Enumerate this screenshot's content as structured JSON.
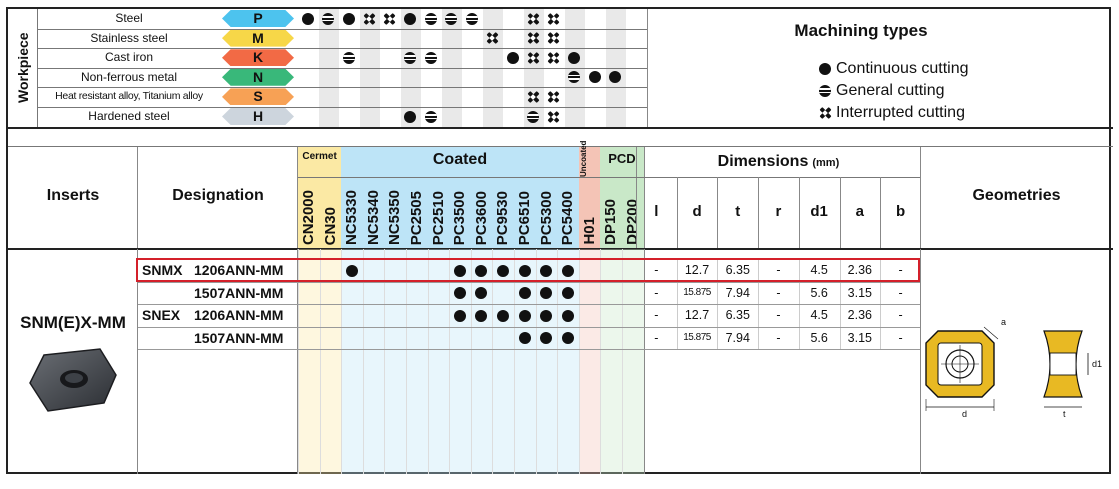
{
  "workpiece": {
    "label": "Workpiece",
    "rows": [
      {
        "name": "Steel",
        "iso": "P",
        "color": "#4dc3ee"
      },
      {
        "name": "Stainless steel",
        "iso": "M",
        "color": "#f7d748"
      },
      {
        "name": "Cast iron",
        "iso": "K",
        "color": "#f26a45"
      },
      {
        "name": "Non-ferrous metal",
        "iso": "N",
        "color": "#39b87a"
      },
      {
        "name": "Heat resistant alloy, Titanium alloy",
        "iso": "S",
        "color": "#f7a155"
      },
      {
        "name": "Hardened steel",
        "iso": "H",
        "color": "#cdd5dd"
      }
    ],
    "symbols": [
      [
        "c",
        "g",
        "c",
        "x",
        "x",
        "c",
        "g",
        "g",
        "g",
        "",
        "",
        "x",
        "x",
        "",
        "",
        "",
        ""
      ],
      [
        "",
        "",
        "",
        "",
        "",
        "",
        "",
        "",
        "",
        "x",
        "",
        "x",
        "x",
        "",
        "",
        "",
        ""
      ],
      [
        "",
        "",
        "g",
        "",
        "",
        "g",
        "g",
        "",
        "",
        "",
        "c",
        "x",
        "x",
        "c",
        "",
        "",
        ""
      ],
      [
        "",
        "",
        "",
        "",
        "",
        "",
        "",
        "",
        "",
        "",
        "",
        "",
        "",
        "g",
        "c",
        "c",
        ""
      ],
      [
        "",
        "",
        "",
        "",
        "",
        "",
        "",
        "",
        "",
        "",
        "",
        "x",
        "x",
        "",
        "",
        "",
        ""
      ],
      [
        "",
        "",
        "",
        "",
        "",
        "c",
        "g",
        "",
        "",
        "",
        "",
        "g",
        "x",
        "",
        "",
        "",
        ""
      ]
    ]
  },
  "machining": {
    "title": "Machining types",
    "legend": [
      {
        "sym": "c",
        "label": "Continuous cutting"
      },
      {
        "sym": "g",
        "label": "General cutting"
      },
      {
        "sym": "x",
        "label": "Interrupted cutting"
      }
    ]
  },
  "header": {
    "inserts": "Inserts",
    "designation": "Designation",
    "groups": [
      {
        "label": "Cermet",
        "color": "#fbe9a4"
      },
      {
        "label": "Coated",
        "color": "#bde4f7"
      },
      {
        "label": "Uncoated",
        "color": "#f4c4b6"
      },
      {
        "label": "PCD",
        "color": "#c9e8c8"
      }
    ],
    "grades": [
      "CN2000",
      "CN30",
      "NC5330",
      "NC5340",
      "NC5350",
      "PC2505",
      "PC2510",
      "PC3500",
      "PC3600",
      "PC9530",
      "PC6510",
      "PC5300",
      "PC5400",
      "H01",
      "DP150",
      "DP200"
    ],
    "dimensions_title": "Dimensions",
    "dimensions_unit": "(mm)",
    "dims": [
      "l",
      "d",
      "t",
      "r",
      "d1",
      "a",
      "b"
    ],
    "geometries": "Geometries"
  },
  "insert_name": "SNM(E)X-MM",
  "rows": [
    {
      "prefix": "SNMX",
      "code": "1206ANN-MM",
      "dots": [
        2,
        7,
        8,
        9,
        10,
        11,
        12
      ],
      "dims": [
        "-",
        "12.7",
        "6.35",
        "-",
        "4.5",
        "2.36",
        "-"
      ],
      "highlight": true
    },
    {
      "prefix": "",
      "code": "1507ANN-MM",
      "dots": [
        7,
        8,
        10,
        11,
        12
      ],
      "dims": [
        "-",
        "15.875",
        "7.94",
        "-",
        "5.6",
        "3.15",
        "-"
      ],
      "highlight": false
    },
    {
      "prefix": "SNEX",
      "code": "1206ANN-MM",
      "dots": [
        7,
        8,
        9,
        10,
        11,
        12
      ],
      "dims": [
        "-",
        "12.7",
        "6.35",
        "-",
        "4.5",
        "2.36",
        "-"
      ],
      "highlight": false
    },
    {
      "prefix": "",
      "code": "1507ANN-MM",
      "dots": [
        10,
        11,
        12
      ],
      "dims": [
        "-",
        "15.875",
        "7.94",
        "-",
        "5.6",
        "3.15",
        "-"
      ],
      "highlight": false
    }
  ],
  "geometry_labels": {
    "a": "a",
    "d": "d",
    "d1": "d1",
    "t": "t"
  }
}
